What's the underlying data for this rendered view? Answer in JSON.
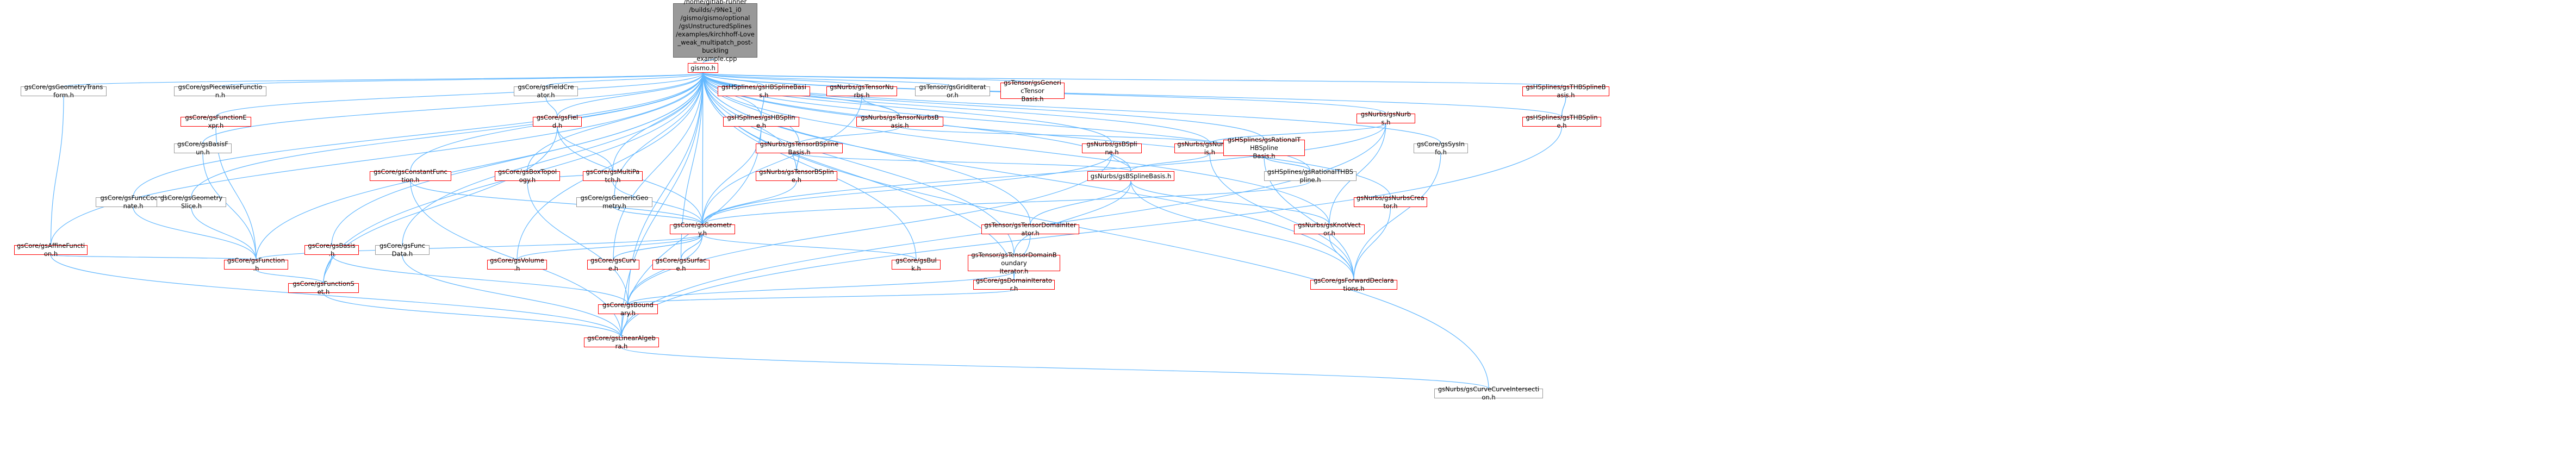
{
  "colors": {
    "edge": "#63b8ff",
    "background": "#ffffff",
    "root_fill": "#999999",
    "border_red": "#ff0000",
    "border_gray": "#999999"
  },
  "graph": {
    "nodes": [
      {
        "id": "root",
        "label": "/home/gitlab-runner\n/builds/-/9Ne1_i0\n/gismo/gismo/optional\n/gsUnstructuredSplines\n/examples/kirchhoff-Love\n_weak_multipatch_post-buckling\n_example.cpp",
        "style": "root"
      },
      {
        "id": "gismo",
        "label": "gismo.h",
        "style": "red"
      },
      {
        "id": "geoTransform",
        "label": "gsCore/gsGeometryTransform.h",
        "style": "gray"
      },
      {
        "id": "piecewise",
        "label": "gsCore/gsPiecewiseFunction.h",
        "style": "gray"
      },
      {
        "id": "funcExpr",
        "label": "gsCore/gsFunctionExpr.h",
        "style": "red"
      },
      {
        "id": "basisFun",
        "label": "gsCore/gsBasisFun.h",
        "style": "gray"
      },
      {
        "id": "fieldCreator",
        "label": "gsCore/gsFieldCreator.h",
        "style": "gray"
      },
      {
        "id": "field",
        "label": "gsCore/gsField.h",
        "style": "red"
      },
      {
        "id": "hbsBasis",
        "label": "gsHSplines/gsHBSplineBasis.h",
        "style": "red"
      },
      {
        "id": "hbSpline",
        "label": "gsHSplines/gsHBSpline.h",
        "style": "red"
      },
      {
        "id": "tensorNurbs",
        "label": "gsNurbs/gsTensorNurbs.h",
        "style": "red"
      },
      {
        "id": "tensorNurbsBasis",
        "label": "gsNurbs/gsTensorNurbsBasis.h",
        "style": "red"
      },
      {
        "id": "gridIter",
        "label": "gsTensor/gsGridIterator.h",
        "style": "gray"
      },
      {
        "id": "genericTensor",
        "label": "gsTensor/gsGenericTensor\nBasis.h",
        "style": "red"
      },
      {
        "id": "bspline",
        "label": "gsNurbs/gsBSpline.h",
        "style": "red"
      },
      {
        "id": "nurbsBasis",
        "label": "gsNurbs/gsNurbsBasis.h",
        "style": "red"
      },
      {
        "id": "ratTHB",
        "label": "gsHSplines/gsRationalTHBSpline\nBasis.h",
        "style": "red"
      },
      {
        "id": "ratTHBSpline",
        "label": "gsHSplines/gsRationalTHBSpline.h",
        "style": "gray"
      },
      {
        "id": "nurbs",
        "label": "gsNurbs/gsNurbs.h",
        "style": "red"
      },
      {
        "id": "sysInfo",
        "label": "gsCore/gsSysInfo.h",
        "style": "gray"
      },
      {
        "id": "thbBasis",
        "label": "gsHSplines/gsTHBSplineBasis.h",
        "style": "red"
      },
      {
        "id": "thbSpline",
        "label": "gsHSplines/gsTHBSpline.h",
        "style": "red"
      },
      {
        "id": "multiPatch",
        "label": "gsCore/gsMultiPatch.h",
        "style": "red"
      },
      {
        "id": "constFunc",
        "label": "gsCore/gsConstantFunction.h",
        "style": "red"
      },
      {
        "id": "boxTopo",
        "label": "gsCore/gsBoxTopology.h",
        "style": "red"
      },
      {
        "id": "genericGeo",
        "label": "gsCore/gsGenericGeometry.h",
        "style": "gray"
      },
      {
        "id": "tensorBSBasis",
        "label": "gsNurbs/gsTensorBSplineBasis.h",
        "style": "red"
      },
      {
        "id": "tensorBS",
        "label": "gsNurbs/gsTensorBSpline.h",
        "style": "red"
      },
      {
        "id": "bsplineBasis",
        "label": "gsNurbs/gsBSplineBasis.h",
        "style": "red"
      },
      {
        "id": "nurbsCreator",
        "label": "gsNurbs/gsNurbsCreator.h",
        "style": "red"
      },
      {
        "id": "affine",
        "label": "gsCore/gsAffineFunction.h",
        "style": "red"
      },
      {
        "id": "funcCoord",
        "label": "gsCore/gsFuncCoordinate.h",
        "style": "gray"
      },
      {
        "id": "geoSlice",
        "label": "gsCore/gsGeometrySlice.h",
        "style": "gray"
      },
      {
        "id": "function",
        "label": "gsCore/gsFunction.h",
        "style": "red"
      },
      {
        "id": "basis",
        "label": "gsCore/gsBasis.h",
        "style": "red"
      },
      {
        "id": "funcData",
        "label": "gsCore/gsFuncData.h",
        "style": "gray"
      },
      {
        "id": "geometry",
        "label": "gsCore/gsGeometry.h",
        "style": "red"
      },
      {
        "id": "volume",
        "label": "gsCore/gsVolume.h",
        "style": "red"
      },
      {
        "id": "curve",
        "label": "gsCore/gsCurve.h",
        "style": "red"
      },
      {
        "id": "surface",
        "label": "gsCore/gsSurface.h",
        "style": "red"
      },
      {
        "id": "bulk",
        "label": "gsCore/gsBulk.h",
        "style": "red"
      },
      {
        "id": "tensorDomIter",
        "label": "gsTensor/gsTensorDomainIterator.h",
        "style": "red"
      },
      {
        "id": "tensorDomBound",
        "label": "gsTensor/gsTensorDomainBoundary\nIterator.h",
        "style": "red"
      },
      {
        "id": "knotVector",
        "label": "gsNurbs/gsKnotVector.h",
        "style": "red"
      },
      {
        "id": "domIter",
        "label": "gsCore/gsDomainIterator.h",
        "style": "red"
      },
      {
        "id": "funcSet",
        "label": "gsCore/gsFunctionSet.h",
        "style": "red"
      },
      {
        "id": "boundary",
        "label": "gsCore/gsBoundary.h",
        "style": "red"
      },
      {
        "id": "fwdDecl",
        "label": "gsCore/gsForwardDeclarations.h",
        "style": "red"
      },
      {
        "id": "curveInter",
        "label": "gsNurbs/gsCurveCurveIntersection.h",
        "style": "gray"
      },
      {
        "id": "linAlg",
        "label": "gsCore/gsLinearAlgebra.h",
        "style": "red"
      }
    ],
    "edges": [
      [
        "root",
        "gismo"
      ],
      [
        "gismo",
        "geoTransform"
      ],
      [
        "gismo",
        "piecewise"
      ],
      [
        "gismo",
        "funcExpr"
      ],
      [
        "gismo",
        "basisFun"
      ],
      [
        "gismo",
        "fieldCreator"
      ],
      [
        "gismo",
        "field"
      ],
      [
        "gismo",
        "hbsBasis"
      ],
      [
        "gismo",
        "hbSpline"
      ],
      [
        "gismo",
        "tensorNurbs"
      ],
      [
        "gismo",
        "tensorNurbsBasis"
      ],
      [
        "gismo",
        "gridIter"
      ],
      [
        "gismo",
        "genericTensor"
      ],
      [
        "gismo",
        "bspline"
      ],
      [
        "gismo",
        "nurbsBasis"
      ],
      [
        "gismo",
        "ratTHB"
      ],
      [
        "gismo",
        "ratTHBSpline"
      ],
      [
        "gismo",
        "nurbs"
      ],
      [
        "gismo",
        "sysInfo"
      ],
      [
        "gismo",
        "thbBasis"
      ],
      [
        "gismo",
        "thbSpline"
      ],
      [
        "gismo",
        "multiPatch"
      ],
      [
        "gismo",
        "constFunc"
      ],
      [
        "gismo",
        "boxTopo"
      ],
      [
        "gismo",
        "genericGeo"
      ],
      [
        "gismo",
        "tensorBSBasis"
      ],
      [
        "gismo",
        "tensorBS"
      ],
      [
        "gismo",
        "bsplineBasis"
      ],
      [
        "gismo",
        "nurbsCreator"
      ],
      [
        "gismo",
        "affine"
      ],
      [
        "gismo",
        "funcCoord"
      ],
      [
        "gismo",
        "geoSlice"
      ],
      [
        "gismo",
        "function"
      ],
      [
        "gismo",
        "basis"
      ],
      [
        "gismo",
        "funcData"
      ],
      [
        "gismo",
        "geometry"
      ],
      [
        "gismo",
        "volume"
      ],
      [
        "gismo",
        "curve"
      ],
      [
        "gismo",
        "surface"
      ],
      [
        "gismo",
        "bulk"
      ],
      [
        "gismo",
        "tensorDomIter"
      ],
      [
        "gismo",
        "tensorDomBound"
      ],
      [
        "gismo",
        "knotVector"
      ],
      [
        "gismo",
        "domIter"
      ],
      [
        "gismo",
        "funcSet"
      ],
      [
        "gismo",
        "boundary"
      ],
      [
        "gismo",
        "fwdDecl"
      ],
      [
        "gismo",
        "curveInter"
      ],
      [
        "gismo",
        "linAlg"
      ],
      [
        "geoTransform",
        "affine"
      ],
      [
        "funcExpr",
        "function"
      ],
      [
        "basisFun",
        "function"
      ],
      [
        "fieldCreator",
        "field"
      ],
      [
        "field",
        "multiPatch"
      ],
      [
        "field",
        "geometry"
      ],
      [
        "field",
        "funcSet"
      ],
      [
        "hbsBasis",
        "hbSpline"
      ],
      [
        "hbSpline",
        "hbsBasis"
      ],
      [
        "hbSpline",
        "geometry"
      ],
      [
        "hbSpline",
        "linAlg"
      ],
      [
        "tensorNurbs",
        "tensorNurbsBasis"
      ],
      [
        "tensorNurbs",
        "geometry"
      ],
      [
        "tensorNurbsBasis",
        "tensorBSBasis"
      ],
      [
        "tensorNurbsBasis",
        "nurbsBasis"
      ],
      [
        "bspline",
        "bsplineBasis"
      ],
      [
        "bspline",
        "geometry"
      ],
      [
        "bspline",
        "boundary"
      ],
      [
        "nurbsBasis",
        "bsplineBasis"
      ],
      [
        "nurbsBasis",
        "fwdDecl"
      ],
      [
        "ratTHB",
        "ratTHBSpline"
      ],
      [
        "ratTHB",
        "fwdDecl"
      ],
      [
        "ratTHBSpline",
        "ratTHB"
      ],
      [
        "ratTHBSpline",
        "geometry"
      ],
      [
        "nurbs",
        "nurbsBasis"
      ],
      [
        "nurbs",
        "knotVector"
      ],
      [
        "nurbs",
        "geometry"
      ],
      [
        "nurbs",
        "linAlg"
      ],
      [
        "sysInfo",
        "fwdDecl"
      ],
      [
        "thbBasis",
        "thbSpline"
      ],
      [
        "thbSpline",
        "thbBasis"
      ],
      [
        "thbSpline",
        "linAlg"
      ],
      [
        "multiPatch",
        "boxTopo"
      ],
      [
        "multiPatch",
        "geometry"
      ],
      [
        "constFunc",
        "geometry"
      ],
      [
        "constFunc",
        "linAlg"
      ],
      [
        "boxTopo",
        "boundary"
      ],
      [
        "genericGeo",
        "geometry"
      ],
      [
        "tensorBSBasis",
        "tensorBS"
      ],
      [
        "tensorBSBasis",
        "bsplineBasis"
      ],
      [
        "tensorBS",
        "tensorBSBasis"
      ],
      [
        "tensorBS",
        "geometry"
      ],
      [
        "bsplineBasis",
        "knotVector"
      ],
      [
        "bsplineBasis",
        "tensorDomIter"
      ],
      [
        "bsplineBasis",
        "tensorDomBound"
      ],
      [
        "bsplineBasis",
        "fwdDecl"
      ],
      [
        "nurbsCreator",
        "fwdDecl"
      ],
      [
        "affine",
        "function"
      ],
      [
        "affine",
        "linAlg"
      ],
      [
        "funcCoord",
        "function"
      ],
      [
        "geoSlice",
        "function"
      ],
      [
        "function",
        "funcSet"
      ],
      [
        "basis",
        "funcSet"
      ],
      [
        "basis",
        "boundary"
      ],
      [
        "funcData",
        "linAlg"
      ],
      [
        "geometry",
        "function"
      ],
      [
        "geometry",
        "volume"
      ],
      [
        "geometry",
        "curve"
      ],
      [
        "geometry",
        "surface"
      ],
      [
        "geometry",
        "bulk"
      ],
      [
        "geometry",
        "boundary"
      ],
      [
        "curve",
        "geometry"
      ],
      [
        "surface",
        "geometry"
      ],
      [
        "tensorDomIter",
        "domIter"
      ],
      [
        "tensorDomBound",
        "boundary"
      ],
      [
        "knotVector",
        "fwdDecl"
      ],
      [
        "domIter",
        "boundary"
      ],
      [
        "funcSet",
        "linAlg"
      ],
      [
        "boundary",
        "linAlg"
      ],
      [
        "curveInter",
        "linAlg"
      ]
    ]
  }
}
